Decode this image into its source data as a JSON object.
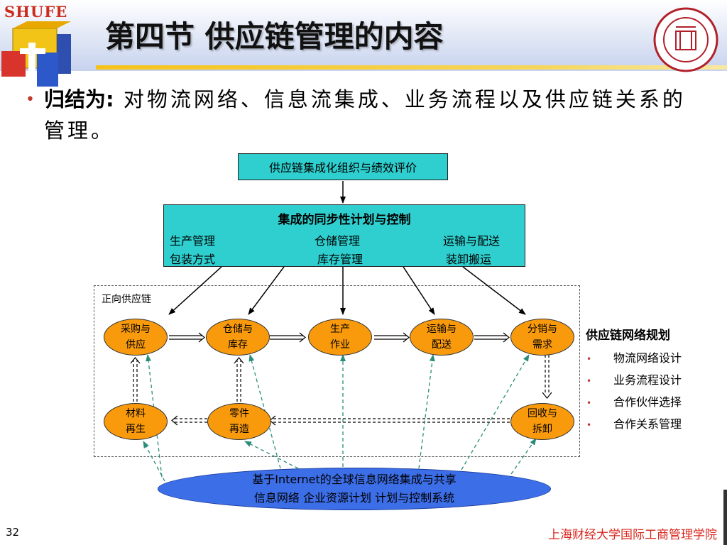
{
  "header": {
    "brand": "SHUFE",
    "title": "第四节  供应链管理的内容"
  },
  "bullet": {
    "lead": "归结为:",
    "text": " 对物流网络、信息流集成、业务流程以及供应链关系的管理。"
  },
  "diagram": {
    "top_box": "供应链集成化组织与绩效评价",
    "mid_box": {
      "title": "集成的同步性计划与控制",
      "rows": [
        [
          "生产管理",
          "仓储管理",
          "运输与配送"
        ],
        [
          "包装方式",
          "库存管理",
          "装卸搬运"
        ]
      ]
    },
    "frame_label": "正向供应链",
    "forward_nodes": [
      [
        "采购与",
        "供应"
      ],
      [
        "仓储与",
        "库存"
      ],
      [
        "生产",
        "作业"
      ],
      [
        "运输与",
        "配送"
      ],
      [
        "分销与",
        "需求"
      ]
    ],
    "reverse_nodes": [
      [
        "材料",
        "再生"
      ],
      [
        "零件",
        "再造"
      ],
      [
        "回收与",
        "拆卸"
      ]
    ],
    "base": {
      "line1": "基于Internet的全球信息网络集成与共享",
      "line2": "信息网络   企业资源计划  计划与控制系统"
    }
  },
  "sidebar": {
    "title": "供应链网络规划",
    "items": [
      "物流网络设计",
      "业务流程设计",
      "合作伙伴选择",
      "合作关系管理"
    ]
  },
  "footer": {
    "page": "32",
    "institution": "上海财经大学国际工商管理学院"
  },
  "colors": {
    "box_fill": "#2fcfcf",
    "node_fill": "#f99a0d",
    "base_fill": "#3c6ee8",
    "dashed_arrow": "#2a8c7a",
    "accent_red": "#d9261c",
    "header_line": "#f6c21a"
  }
}
